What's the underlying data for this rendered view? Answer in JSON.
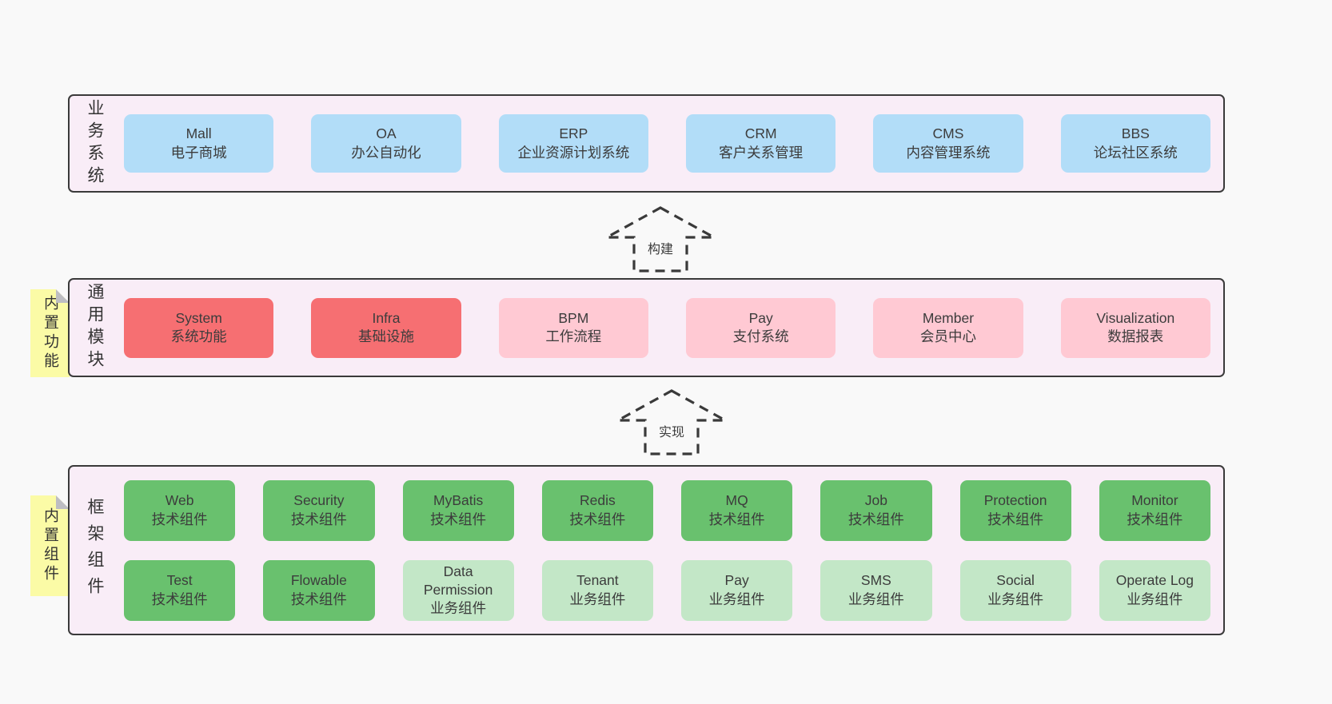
{
  "palette": {
    "page_bg": "#f9f9f9",
    "panel_bg": "#f9edf7",
    "panel_border": "#3a3a3a",
    "blue_box": "#b2ddf8",
    "red_box": "#f66f72",
    "pink_box": "#ffc9d3",
    "green_dark_box": "#69c16e",
    "green_light_box": "#c3e7c7",
    "note_bg": "#fbfba6",
    "note_fold": "#bdbdc2",
    "text": "#3c3c3c"
  },
  "layers": {
    "business": {
      "label": "业务系统",
      "boxes": [
        {
          "title": "Mall",
          "subtitle": "电子商城"
        },
        {
          "title": "OA",
          "subtitle": "办公自动化"
        },
        {
          "title": "ERP",
          "subtitle": "企业资源计划系统"
        },
        {
          "title": "CRM",
          "subtitle": "客户关系管理"
        },
        {
          "title": "CMS",
          "subtitle": "内容管理系统"
        },
        {
          "title": "BBS",
          "subtitle": "论坛社区系统"
        }
      ]
    },
    "modules": {
      "label": "通用模块",
      "tag": "内置功能",
      "boxes": [
        {
          "title": "System",
          "subtitle": "系统功能"
        },
        {
          "title": "Infra",
          "subtitle": "基础设施"
        },
        {
          "title": "BPM",
          "subtitle": "工作流程"
        },
        {
          "title": "Pay",
          "subtitle": "支付系统"
        },
        {
          "title": "Member",
          "subtitle": "会员中心"
        },
        {
          "title": "Visualization",
          "subtitle": "数据报表"
        }
      ]
    },
    "framework": {
      "label": "框架组件",
      "tag": "内置组件",
      "row1": [
        {
          "title": "Web",
          "subtitle": "技术组件"
        },
        {
          "title": "Security",
          "subtitle": "技术组件"
        },
        {
          "title": "MyBatis",
          "subtitle": "技术组件"
        },
        {
          "title": "Redis",
          "subtitle": "技术组件"
        },
        {
          "title": "MQ",
          "subtitle": "技术组件"
        },
        {
          "title": "Job",
          "subtitle": "技术组件"
        },
        {
          "title": "Protection",
          "subtitle": "技术组件"
        },
        {
          "title": "Monitor",
          "subtitle": "技术组件"
        }
      ],
      "row2": [
        {
          "title": "Test",
          "subtitle": "技术组件"
        },
        {
          "title": "Flowable",
          "subtitle": "技术组件"
        },
        {
          "title": "Data Permission",
          "subtitle": "业务组件"
        },
        {
          "title": "Tenant",
          "subtitle": "业务组件"
        },
        {
          "title": "Pay",
          "subtitle": "业务组件"
        },
        {
          "title": "SMS",
          "subtitle": "业务组件"
        },
        {
          "title": "Social",
          "subtitle": "业务组件"
        },
        {
          "title": "Operate Log",
          "subtitle": "业务组件"
        }
      ]
    }
  },
  "arrows": {
    "build": {
      "label": "构建"
    },
    "implement": {
      "label": "实现"
    }
  }
}
